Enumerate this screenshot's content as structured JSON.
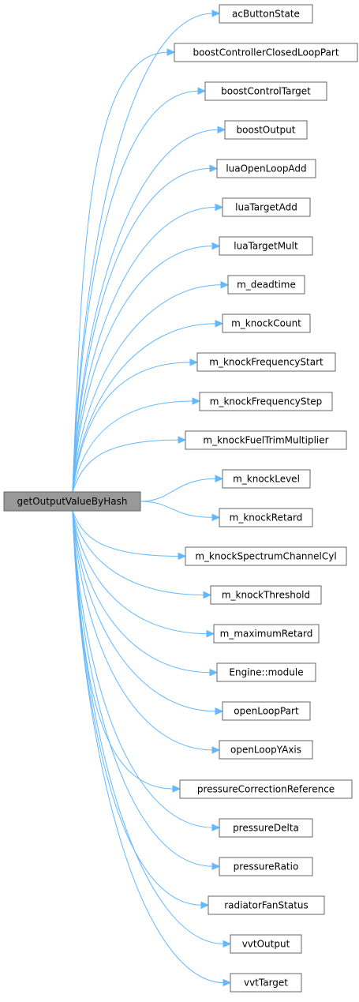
{
  "root": {
    "label": "getOutputValueByHash"
  },
  "callees": [
    {
      "label": "acButtonState"
    },
    {
      "label": "boostControllerClosedLoopPart"
    },
    {
      "label": "boostControlTarget"
    },
    {
      "label": "boostOutput"
    },
    {
      "label": "luaOpenLoopAdd"
    },
    {
      "label": "luaTargetAdd"
    },
    {
      "label": "luaTargetMult"
    },
    {
      "label": "m_deadtime"
    },
    {
      "label": "m_knockCount"
    },
    {
      "label": "m_knockFrequencyStart"
    },
    {
      "label": "m_knockFrequencyStep"
    },
    {
      "label": "m_knockFuelTrimMultiplier"
    },
    {
      "label": "m_knockLevel"
    },
    {
      "label": "m_knockRetard"
    },
    {
      "label": "m_knockSpectrumChannelCyl"
    },
    {
      "label": "m_knockThreshold"
    },
    {
      "label": "m_maximumRetard"
    },
    {
      "label": "Engine::module"
    },
    {
      "label": "openLoopPart"
    },
    {
      "label": "openLoopYAxis"
    },
    {
      "label": "pressureCorrectionReference"
    },
    {
      "label": "pressureDelta"
    },
    {
      "label": "pressureRatio"
    },
    {
      "label": "radiatorFanStatus"
    },
    {
      "label": "vvtOutput"
    },
    {
      "label": "vvtTarget"
    }
  ],
  "colors": {
    "edge": "#63b8ff",
    "root_fill": "#999999",
    "node_fill": "#ffffff",
    "node_border": "#666666"
  }
}
